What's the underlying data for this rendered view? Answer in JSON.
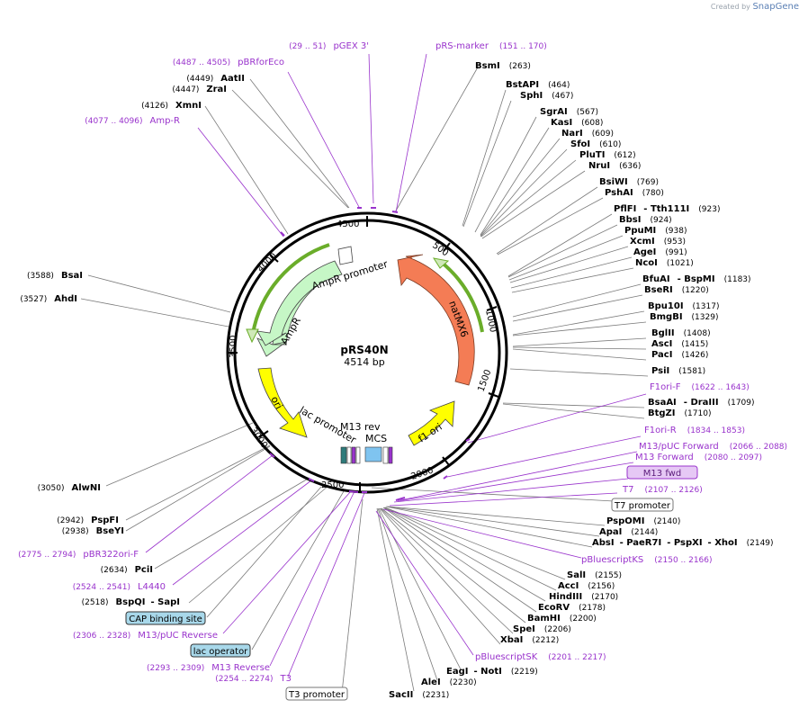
{
  "brand": {
    "created_by": "Created by",
    "name": "SnapGene"
  },
  "plasmid": {
    "name": "pRS40N",
    "size_label": "4514 bp"
  },
  "ticks": [
    "500",
    "1000",
    "1500",
    "2000",
    "2500",
    "3000",
    "3500",
    "4000",
    "4500"
  ],
  "features": [
    "natMX6",
    "AmpR",
    "AmpR promoter",
    "ori",
    "f1 ori",
    "lac promoter",
    "M13 rev",
    "MCS"
  ],
  "boxed_labels": [
    "M13 fwd",
    "T7 promoter",
    "CAP binding site",
    "lac operator",
    "T3 promoter"
  ],
  "right_sites": [
    {
      "names": [
        "BsmI"
      ],
      "pos": "(263)"
    },
    {
      "names": [
        "BstAPI"
      ],
      "pos": "(464)"
    },
    {
      "names": [
        "SphI"
      ],
      "pos": "(467)"
    },
    {
      "names": [
        "SgrAI"
      ],
      "pos": "(567)"
    },
    {
      "names": [
        "KasI"
      ],
      "pos": "(608)"
    },
    {
      "names": [
        "NarI"
      ],
      "pos": "(609)"
    },
    {
      "names": [
        "SfoI"
      ],
      "pos": "(610)"
    },
    {
      "names": [
        "PluTI"
      ],
      "pos": "(612)"
    },
    {
      "names": [
        "NruI"
      ],
      "pos": "(636)"
    },
    {
      "names": [
        "BsiWI"
      ],
      "pos": "(769)"
    },
    {
      "names": [
        "PshAI"
      ],
      "pos": "(780)"
    },
    {
      "names": [
        "PflFI",
        "Tth111I"
      ],
      "pos": "(923)"
    },
    {
      "names": [
        "BbsI"
      ],
      "pos": "(924)"
    },
    {
      "names": [
        "PpuMI"
      ],
      "pos": "(938)"
    },
    {
      "names": [
        "XcmI"
      ],
      "pos": "(953)"
    },
    {
      "names": [
        "AgeI"
      ],
      "pos": "(991)"
    },
    {
      "names": [
        "NcoI"
      ],
      "pos": "(1021)"
    },
    {
      "names": [
        "BfuAI",
        "BspMI"
      ],
      "pos": "(1183)"
    },
    {
      "names": [
        "BseRI"
      ],
      "pos": "(1220)"
    },
    {
      "names": [
        "Bpu10I"
      ],
      "pos": "(1317)"
    },
    {
      "names": [
        "BmgBI"
      ],
      "pos": "(1329)"
    },
    {
      "names": [
        "BglII"
      ],
      "pos": "(1408)"
    },
    {
      "names": [
        "AscI"
      ],
      "pos": "(1415)"
    },
    {
      "names": [
        "PacI"
      ],
      "pos": "(1426)"
    },
    {
      "names": [
        "PsiI"
      ],
      "pos": "(1581)"
    },
    {
      "names": [
        "BsaAI",
        "DraIII"
      ],
      "pos": "(1709)"
    },
    {
      "names": [
        "BtgZI"
      ],
      "pos": "(1710)"
    },
    {
      "names": [
        "PspOMI"
      ],
      "pos": "(2140)"
    },
    {
      "names": [
        "ApaI"
      ],
      "pos": "(2144)"
    },
    {
      "names": [
        "AbsI",
        "PaeR7I",
        "PspXI",
        "XhoI"
      ],
      "pos": "(2149)"
    },
    {
      "names": [
        "SalI"
      ],
      "pos": "(2155)"
    },
    {
      "names": [
        "AccI"
      ],
      "pos": "(2156)"
    },
    {
      "names": [
        "HindIII"
      ],
      "pos": "(2170)"
    },
    {
      "names": [
        "EcoRV"
      ],
      "pos": "(2178)"
    },
    {
      "names": [
        "BamHI"
      ],
      "pos": "(2200)"
    },
    {
      "names": [
        "SpeI"
      ],
      "pos": "(2206)"
    },
    {
      "names": [
        "XbaI"
      ],
      "pos": "(2212)"
    },
    {
      "names": [
        "EagI",
        "NotI"
      ],
      "pos": "(2219)"
    },
    {
      "names": [
        "AleI"
      ],
      "pos": "(2230)"
    },
    {
      "names": [
        "SacII"
      ],
      "pos": "(2231)"
    }
  ],
  "right_primers": [
    {
      "name": "pRS-marker",
      "range": "(151 .. 170)"
    },
    {
      "name": "F1ori-F",
      "range": "(1622 .. 1643)"
    },
    {
      "name": "F1ori-R",
      "range": "(1834 .. 1853)"
    },
    {
      "name": "M13/pUC Forward",
      "range": "(2066 .. 2088)"
    },
    {
      "name": "M13 Forward",
      "range": "(2080 .. 2097)"
    },
    {
      "name": "T7",
      "range": "(2107 .. 2126)"
    },
    {
      "name": "pBluescriptKS",
      "range": "(2150 .. 2166)"
    },
    {
      "name": "pBluescriptSK",
      "range": "(2201 .. 2217)"
    }
  ],
  "left_sites": [
    {
      "names": [
        "AatII"
      ],
      "pos": "(4449)"
    },
    {
      "names": [
        "ZraI"
      ],
      "pos": "(4447)"
    },
    {
      "names": [
        "XmnI"
      ],
      "pos": "(4126)"
    },
    {
      "names": [
        "BsaI"
      ],
      "pos": "(3588)"
    },
    {
      "names": [
        "AhdI"
      ],
      "pos": "(3527)"
    },
    {
      "names": [
        "AlwNI"
      ],
      "pos": "(3050)"
    },
    {
      "names": [
        "PspFI"
      ],
      "pos": "(2942)"
    },
    {
      "names": [
        "BseYI"
      ],
      "pos": "(2938)"
    },
    {
      "names": [
        "PciI"
      ],
      "pos": "(2634)"
    },
    {
      "names": [
        "BspQI",
        "SapI"
      ],
      "pos": "(2518)"
    }
  ],
  "left_primers": [
    {
      "name": "pGEX 3'",
      "range": "(29 .. 51)"
    },
    {
      "name": "pBRforEco",
      "range": "(4487 .. 4505)"
    },
    {
      "name": "Amp-R",
      "range": "(4077 .. 4096)"
    },
    {
      "name": "pBR322ori-F",
      "range": "(2775 .. 2794)"
    },
    {
      "name": "L4440",
      "range": "(2524 .. 2541)"
    },
    {
      "name": "M13/pUC Reverse",
      "range": "(2306 .. 2328)"
    },
    {
      "name": "M13 Reverse",
      "range": "(2293 .. 2309)"
    },
    {
      "name": "T3",
      "range": "(2254 .. 2274)"
    }
  ],
  "colors": {
    "natMX6": "#f47c55",
    "AmpR": "#c6f7c6",
    "ori": "#ffff00",
    "f1_ori": "#ffff00",
    "primer": "#9933cc",
    "cap_box": "#a8d8ea",
    "m13fwd_box": "#e6c8f5"
  }
}
